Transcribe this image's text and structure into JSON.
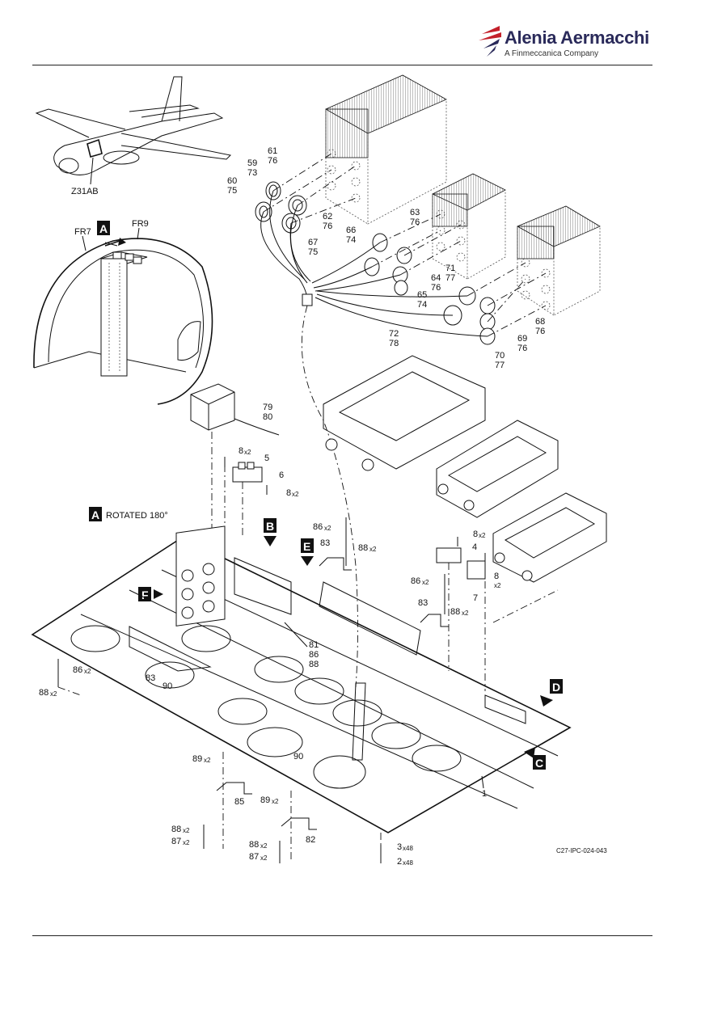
{
  "header": {
    "brand_name": "Alenia Aermacchi",
    "brand_sub": "A Finmeccanica Company"
  },
  "figure": {
    "drawing_id": "C27-IPC-024-043",
    "zone_label": "Z31AB",
    "frames": [
      "FR7",
      "FR9"
    ],
    "view_note": "ROTATED 180°",
    "view_letters": [
      "A",
      "B",
      "C",
      "D",
      "E",
      "F"
    ],
    "callouts": {
      "c1": "1",
      "c2": "2",
      "c3": "3",
      "c4": "4",
      "c5": "5",
      "c6": "6",
      "c7": "7",
      "c8a": "8",
      "c8b": "8",
      "c8c": "8",
      "c8d": "8",
      "c59": "59",
      "c60": "60",
      "c61": "61",
      "c62": "62",
      "c63": "63",
      "c64": "64",
      "c65": "65",
      "c66": "66",
      "c67": "67",
      "c68": "68",
      "c69": "69",
      "c70": "70",
      "c71": "71",
      "c72": "72",
      "c73": "73",
      "c74a": "74",
      "c74b": "74",
      "c75a": "75",
      "c75b": "75",
      "c76a": "76",
      "c76b": "76",
      "c76c": "76",
      "c76d": "76",
      "c76e": "76",
      "c76f": "76",
      "c77a": "77",
      "c77b": "77",
      "c78": "78",
      "c79": "79",
      "c80": "80",
      "c81": "81",
      "c82": "82",
      "c83a": "83",
      "c83b": "83",
      "c83c": "83",
      "c85": "85",
      "c86a": "86",
      "c86b": "86",
      "c86c": "86",
      "c86d": "86",
      "c87a": "87",
      "c87b": "87",
      "c88a": "88",
      "c88b": "88",
      "c88c": "88",
      "c88d": "88",
      "c88e": "88",
      "c88f": "88",
      "c89a": "89",
      "c89b": "89",
      "c90a": "90",
      "c90b": "90"
    },
    "qty": {
      "x2": "x2",
      "x48": "x48"
    }
  }
}
